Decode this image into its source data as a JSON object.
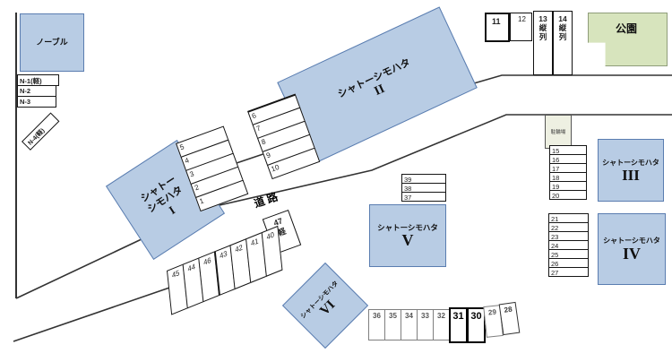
{
  "colors": {
    "building_fill": "#b8cce4",
    "building_border": "#5a7db0",
    "park_fill": "#d7e4bd",
    "road_line": "#333333"
  },
  "buildings": {
    "noble": {
      "label": "ノーブル"
    },
    "chateau1": {
      "name": "シャトー\nシモハタ",
      "numeral": "I"
    },
    "chateau2": {
      "name": "シャトーシモハタ",
      "numeral": "II"
    },
    "chateau3": {
      "name": "シャトーシモハタ",
      "numeral": "III"
    },
    "chateau4": {
      "name": "シャトーシモハタ",
      "numeral": "IV"
    },
    "chateau5": {
      "name": "シャトーシモハタ",
      "numeral": "V"
    },
    "chateau6": {
      "name": "シャトーシモハタ",
      "numeral": "VI"
    }
  },
  "park": {
    "label": "公園"
  },
  "road": {
    "label": "道路"
  },
  "bicycle_parking": {
    "label": "駐輪場"
  },
  "parking": {
    "noble_spaces": [
      "N-1(軽)",
      "N-2",
      "N-3"
    ],
    "noble_space_4": "N-4(軽)",
    "spaces_5_1": [
      "5",
      "4",
      "3",
      "2",
      "1"
    ],
    "spaces_6_10": [
      "6",
      "7",
      "8",
      "9",
      "10"
    ],
    "space_11": "11",
    "space_12": "12",
    "space_13": "13\n縦\n列",
    "space_14": "14\n縦\n列",
    "spaces_15_20": [
      "15",
      "16",
      "17",
      "18",
      "19",
      "20"
    ],
    "spaces_21_27": [
      "21",
      "22",
      "23",
      "24",
      "25",
      "26",
      "27"
    ],
    "spaces_39_37": [
      "39",
      "38",
      "37"
    ],
    "spaces_45_40": [
      "45",
      "44",
      "46",
      "43",
      "42",
      "41",
      "40"
    ],
    "space_47": "47\n軽",
    "spaces_36_28": [
      "36",
      "35",
      "34",
      "33",
      "32",
      "31",
      "30",
      "29",
      "28"
    ]
  }
}
